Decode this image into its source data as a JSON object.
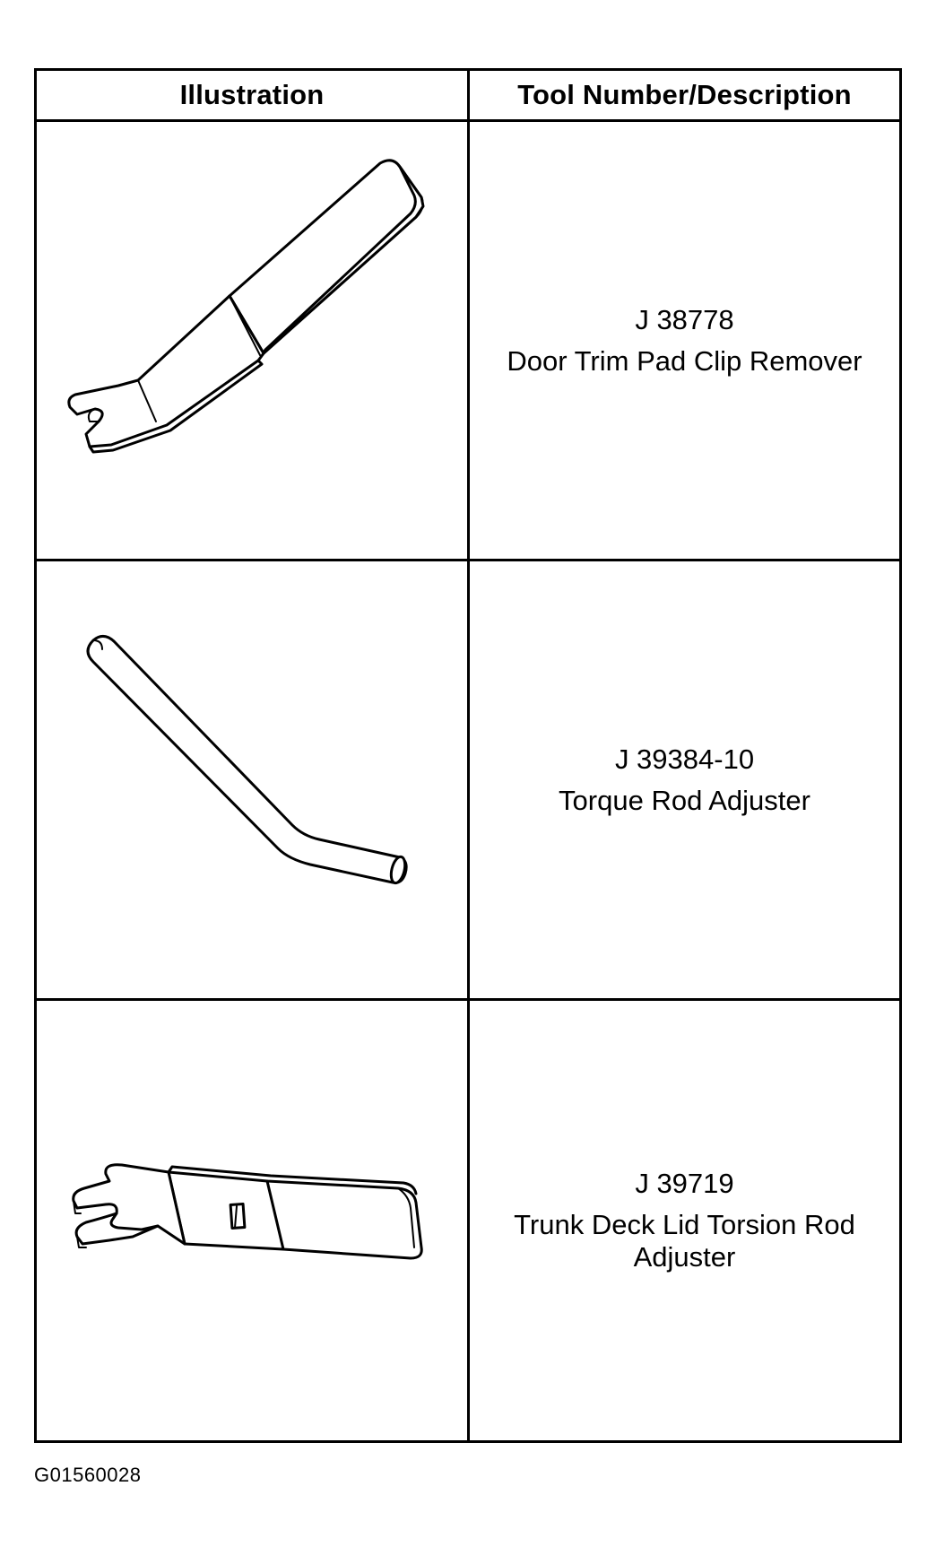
{
  "table": {
    "headers": {
      "illustration": "Illustration",
      "tool": "Tool Number/Description"
    },
    "rows": [
      {
        "illustration_icon": "door-trim-pad-clip-remover-icon",
        "tool_number": "J 38778",
        "description": "Door Trim Pad Clip Remover"
      },
      {
        "illustration_icon": "torque-rod-adjuster-icon",
        "tool_number": "J 39384-10",
        "description": "Torque Rod Adjuster"
      },
      {
        "illustration_icon": "trunk-deck-lid-torsion-rod-adjuster-icon",
        "tool_number": "J 39719",
        "description": "Trunk Deck Lid Torsion Rod Adjuster"
      }
    ]
  },
  "caption": "G01560028"
}
